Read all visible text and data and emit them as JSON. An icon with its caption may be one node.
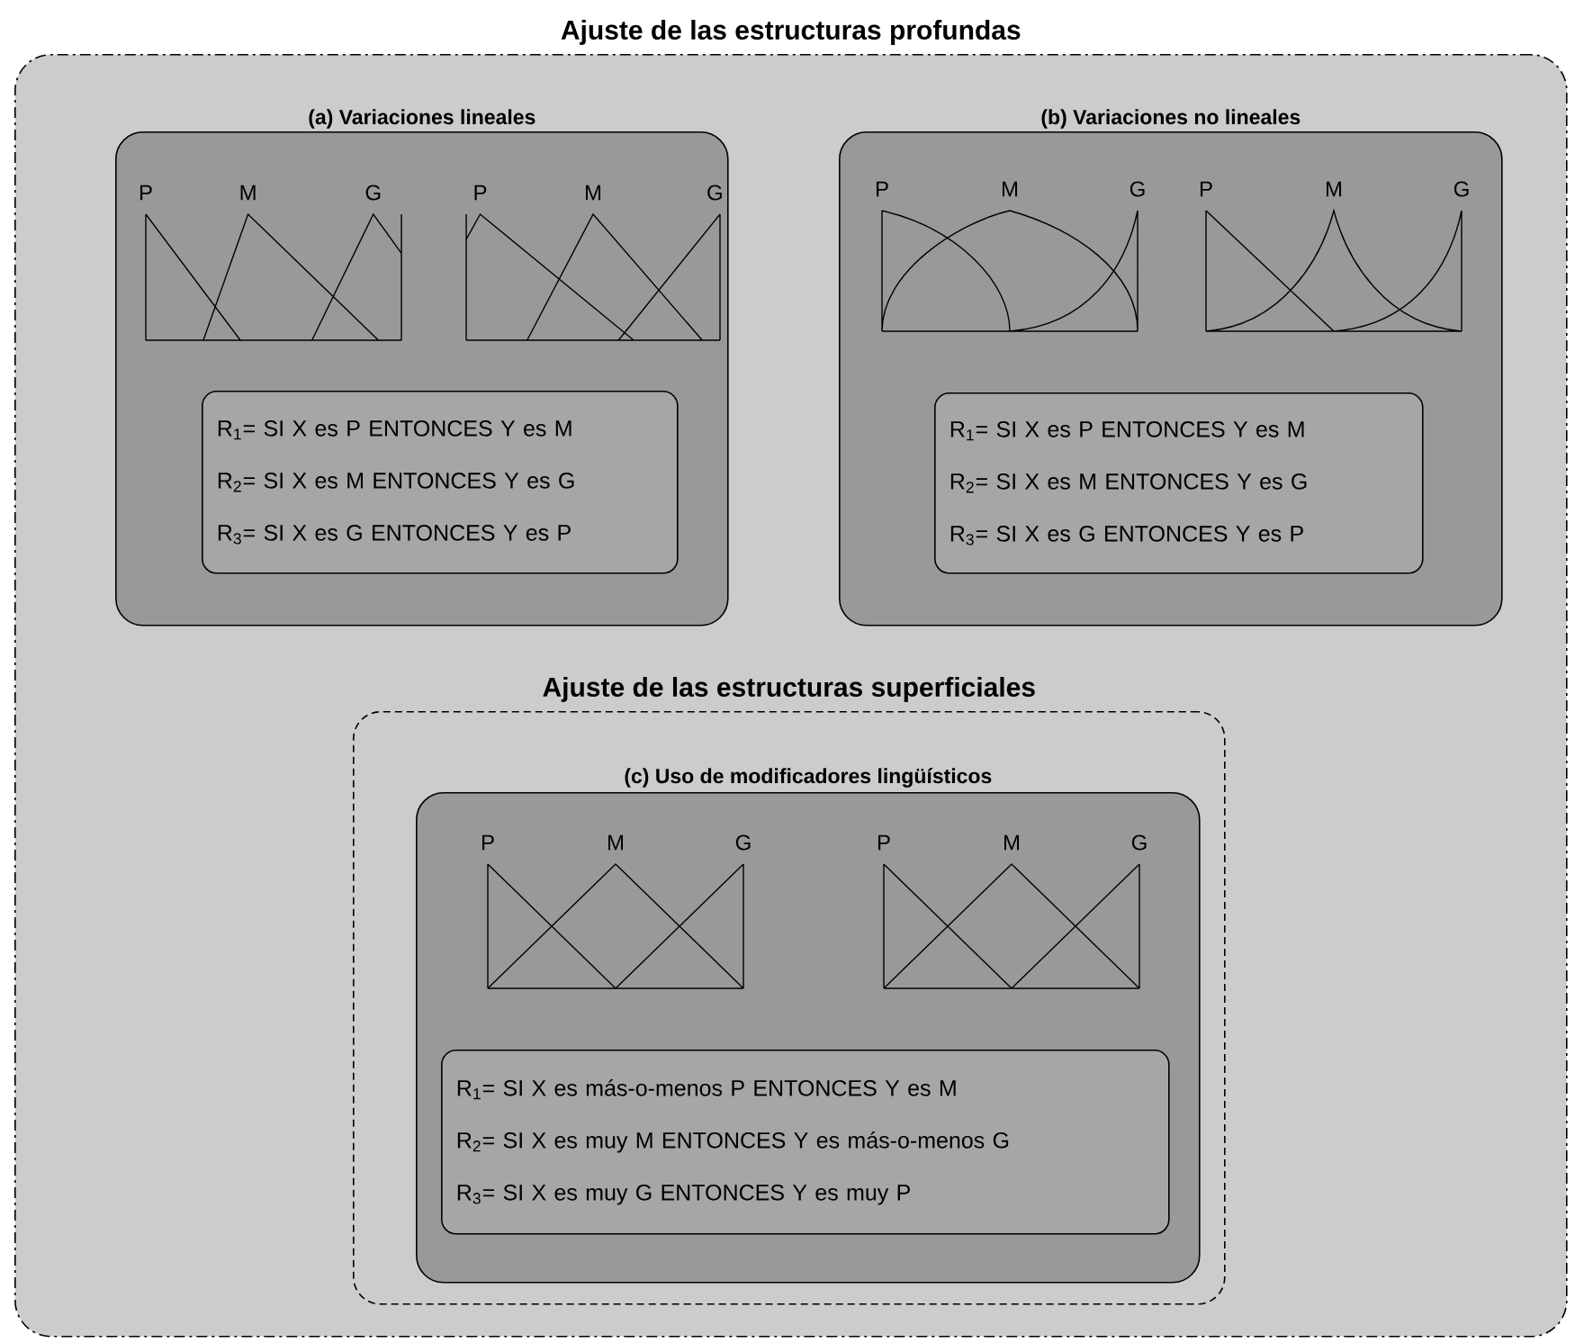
{
  "diagram": {
    "nodes": [
      {
        "text": [
          "Ajuste de las estructuras profundas"
        ]
      },
      {
        "text": [
          "(a) Variaciones lineales"
        ],
        "in": 0
      },
      {
        "text": [
          "R$_{1}$= SI X es P ENTONCES Y es M",
          "R$_{2}$= SI X es M ENTONCES Y es G",
          "R$_{3}$= SI X es G ENTONCES Y es P"
        ],
        "in": 1
      },
      {
        "text": [
          "(b) Variaciones no lineales"
        ],
        "in": 0
      },
      {
        "text": [
          "R$_{1}$= SI X es P ENTONCES Y es M",
          "R$_{2}$= SI X es M ENTONCES Y es G",
          "R$_{3}$= SI X es G ENTONCES Y es P"
        ],
        "in": 3
      },
      {
        "text": [
          "Ajuste de las estructuras superficiales"
        ],
        "in": 0
      },
      {
        "text": [
          "(c) Uso de modificadores lingüísticos"
        ],
        "in": 5
      },
      {
        "text": [
          "R$_{1}$= SI X es más-o-menos P ENTONCES Y es M",
          "R$_{2}$= SI X es muy M ENTONCES Y es más-o-menos G",
          "R$_{3}$= SI X es muy G ENTONCES Y es muy P"
        ],
        "in": 6
      }
    ],
    "labels": [
      "P",
      "M",
      "G",
      "P",
      "M",
      "G",
      "P",
      "M",
      "G",
      "P",
      "M",
      "G",
      "P",
      "M",
      "G",
      "P",
      "M",
      "G"
    ]
  }
}
